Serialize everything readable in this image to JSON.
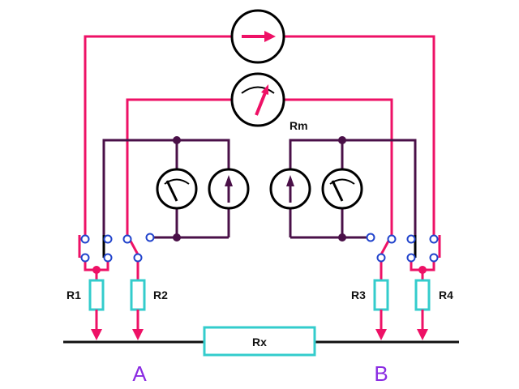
{
  "labels": {
    "rm": "Rm",
    "r1": "R1",
    "r2": "R2",
    "r3": "R3",
    "r4": "R4",
    "rx": "Rx",
    "node_a": "A",
    "node_b": "B"
  },
  "colors": {
    "current_wire": "#ee1166",
    "potential_wire": "#4a1048",
    "resistor": "#33cccc",
    "ground_line": "#111111",
    "node_label": "#8a2be2",
    "terminal": "#2244cc"
  },
  "icons": {
    "top_meter": "ammeter-arrow-icon",
    "middle_meter": "galvanometer-icon",
    "left_meters": [
      "voltmeter-dial-icon",
      "ammeter-needle-icon"
    ],
    "right_meters": [
      "ammeter-needle-icon",
      "voltmeter-dial-icon"
    ]
  }
}
